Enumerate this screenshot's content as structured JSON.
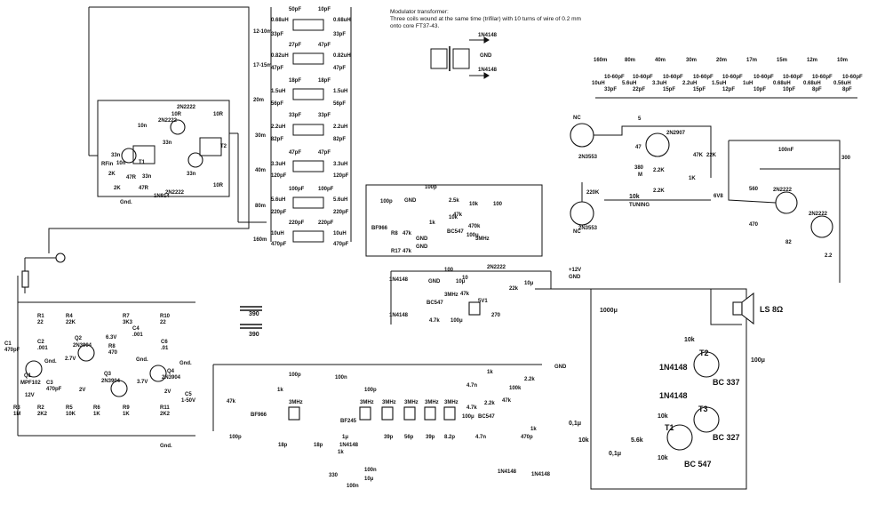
{
  "transformer_note": {
    "title": "Modulator transformer:",
    "line1": "Three coils wound at the same time  (trifilar)  with 10 turns of wire of 0.2 mm",
    "line2": "onto core  FT37-43."
  },
  "bands_left": [
    "12-10m",
    "17-15m",
    "20m",
    "30m",
    "40m",
    "80m",
    "160m"
  ],
  "filter_labels": {
    "r1": [
      "50pF",
      "10pF"
    ],
    "r1b": [
      "0.68uH",
      "33pF",
      "33pF",
      "0.68uH"
    ],
    "r2": [
      "27pF",
      "47pF"
    ],
    "r2b": [
      "0.82uH",
      "47pF",
      "47pF",
      "0.82uH"
    ],
    "r3": [
      "18pF",
      "18pF"
    ],
    "r3b": [
      "1.5uH",
      "56pF",
      "56pF",
      "1.5uH"
    ],
    "r4": [
      "33pF",
      "33pF"
    ],
    "r4b": [
      "2.2uH",
      "82pF",
      "82pF",
      "2.2uH"
    ],
    "r5": [
      "47pF",
      "47pF"
    ],
    "r5b": [
      "3.3uH",
      "120pF",
      "120pF",
      "3.3uH"
    ],
    "r6": [
      "100pF",
      "100pF"
    ],
    "r6b": [
      "5.6uH",
      "220pF",
      "220pF",
      "5.6uH"
    ],
    "r7": [
      "220pF",
      "220pF"
    ],
    "r7b": [
      "10uH",
      "470pF",
      "470pF",
      "10uH"
    ]
  },
  "bands_top": [
    "160m",
    "80m",
    "40m",
    "30m",
    "20m",
    "17m",
    "15m",
    "12m",
    "10m"
  ],
  "band_inductors": [
    "10uH",
    "5.6uH",
    "3.3uH",
    "2.2uH",
    "1.5uH",
    "1uH",
    "0.68uH",
    "0.68uH",
    "0.56uH"
  ],
  "band_trimmer": "10-60pF",
  "band_caps": [
    "33pF",
    "22pF",
    "15pF",
    "15pF",
    "12pF",
    "10pF",
    "10pF",
    "8pF",
    "8pF"
  ],
  "mixer_block": {
    "transistors": [
      "2N2222",
      "2N2222",
      "2N2222"
    ],
    "labels": [
      "10R",
      "10R",
      "10R",
      "10n",
      "33n",
      "33n",
      "2K",
      "2K",
      "47R",
      "47R",
      "33n",
      "33n",
      "1N914",
      "T1",
      "T2",
      "RFin",
      "10n",
      "Gnd."
    ],
    "gnd": "Gnd."
  },
  "diodes_top": [
    "1N4148",
    "1N4148"
  ],
  "gnd_label": "GND",
  "vfo": {
    "labels": [
      "NC",
      "NC",
      "2N3553",
      "2N3553",
      "2N2907",
      "47",
      "5",
      "380",
      "M",
      "2.2K",
      "2.2K",
      "47K",
      "22K",
      "1K",
      "6V8",
      "220K",
      "10k",
      "TUNING"
    ]
  },
  "pa": {
    "transistors": [
      "2N2222",
      "2N2222"
    ],
    "labels": [
      "100nF",
      "300",
      "560",
      "470",
      "82",
      "2.2"
    ]
  },
  "left_osc": {
    "q1": "Q1",
    "q1_type": "MPF102",
    "q2": "Q2",
    "q2_type": "2N3904",
    "q3": "Q3",
    "q3_type": "2N3904",
    "q4": "Q4",
    "q4_type": "2N3904",
    "r1": "R1",
    "r1v": "22",
    "r4": "R4",
    "r4v": "22K",
    "r7": "R7",
    "r7v": "3K3",
    "r10": "R10",
    "r10v": "22",
    "r3": "R3",
    "r3v": "1M",
    "r2": "R2",
    "r2v": "2K2",
    "r5": "R5",
    "r5v": "10K",
    "r6": "R6",
    "r6v": "1K",
    "r9": "R9",
    "r9v": "1K",
    "r11": "R11",
    "r11v": "2K2",
    "r8": "R8",
    "r8v": "470",
    "c1": "C1",
    "c1v": "470pF",
    "c2": "C2",
    "c2v": ".001",
    "c3": "C3",
    "c3v": "470pF",
    "c4": "C4",
    "c4v": ".001",
    "c5": "C5",
    "c5v": "1-50V",
    "c6": "C6",
    "c6v": ".01",
    "v1": "6.3V",
    "v2": "2.7V",
    "v3": "2V",
    "v4": "3.7V",
    "v5": "2V",
    "v6": "12V",
    "gnd": "Gnd."
  },
  "audio": {
    "ls": "LS 8Ω",
    "c_out": "1000μ",
    "c100": "100μ",
    "t1": "T1",
    "t1_type": "BC 547",
    "t2": "T2",
    "t2_type": "BC 337",
    "t3": "T3",
    "t3_type": "BC 327",
    "d1": "1N4148",
    "d2": "1N4148",
    "r1": "10k",
    "r2": "5.6k",
    "r3": "10k",
    "r4": "10k",
    "r5": "10k",
    "c1": "0,1μ",
    "c2": "0,1μ"
  },
  "rx": {
    "bf966": "BF966",
    "bf245": "BF245",
    "bc547": "BC547",
    "xtals": [
      "3MHz",
      "3MHz",
      "3MHz",
      "3MHz",
      "3MHz",
      "3MHz"
    ],
    "caps": [
      "18p",
      "18p",
      "39p",
      "56p",
      "39p",
      "8.2p",
      "100p",
      "100p",
      "100p",
      "100n",
      "100n",
      "100n",
      "4.7n",
      "4.7n",
      "470p",
      "10μ",
      "100μ",
      "1μ"
    ],
    "res": [
      "47k",
      "1k",
      "330",
      "1k",
      "1k",
      "2.2k",
      "100k",
      "47k",
      "4.7k",
      "1k",
      "2.2k"
    ],
    "diodes": [
      "1N4148",
      "1N4148",
      "1N4148"
    ],
    "gnd": "GND",
    "c390": [
      "390",
      "390"
    ]
  },
  "tx_mod": {
    "labels": [
      "2N2222",
      "BC547",
      "1N4148",
      "1N4148",
      "47k",
      "4.7k",
      "100μ",
      "5V1",
      "10μ",
      "10μ",
      "100",
      "10",
      "3MHz",
      "+12V",
      "GND",
      "GND",
      "22k",
      "270"
    ],
    "gnd": "GND"
  },
  "preamp": {
    "labels": [
      "100p",
      "2.5k",
      "10k",
      "47k",
      "1k",
      "100μ",
      "100",
      "BC547",
      "10k",
      "470k",
      "3MHz",
      "BF966",
      "100p",
      "R8",
      "47k",
      "R17",
      "47k",
      "GND",
      "GND",
      "GND"
    ],
    "gnd": "GND"
  }
}
